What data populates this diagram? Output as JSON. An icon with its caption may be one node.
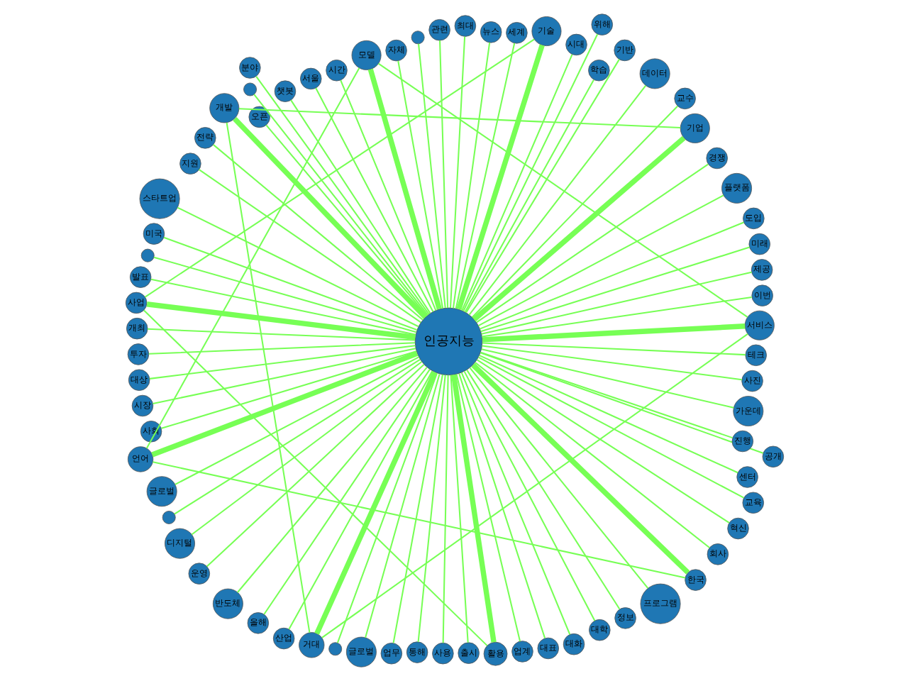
{
  "diagram": {
    "nodes": [
      {
        "text": [
          "인공지능"
        ]
      },
      {
        "text": [
          "서비스"
        ]
      },
      {
        "text": [
          "기업"
        ]
      },
      {
        "text": [
          "기술"
        ]
      },
      {
        "text": [
          "모델"
        ]
      },
      {
        "text": [
          "개발"
        ]
      },
      {
        "text": [
          "사업"
        ]
      },
      {
        "text": [
          "언어"
        ]
      },
      {
        "text": [
          "거대"
        ]
      },
      {
        "text": [
          "활용"
        ]
      },
      {
        "text": [
          "한국"
        ]
      },
      {
        "text": [
          "이번"
        ]
      },
      {
        "text": [
          "제공"
        ]
      },
      {
        "text": [
          "미래"
        ]
      },
      {
        "text": [
          "도입"
        ]
      },
      {
        "text": [
          "플랫폼"
        ]
      },
      {
        "text": [
          "경쟁"
        ]
      },
      {
        "text": [
          "교수"
        ]
      },
      {
        "text": [
          "데이터"
        ]
      },
      {
        "text": [
          "위해"
        ]
      },
      {
        "text": [
          "기반"
        ]
      },
      {
        "text": [
          "학습"
        ]
      },
      {
        "text": [
          "시대"
        ]
      },
      {
        "text": [
          "세계"
        ]
      },
      {
        "text": [
          "뉴스"
        ]
      },
      {
        "text": [
          "최대"
        ]
      },
      {
        "text": [
          "관련"
        ]
      },
      {
        "text": [],
        "shape": "circle"
      },
      {
        "text": [
          "자체"
        ]
      },
      {
        "text": [
          "시간"
        ]
      },
      {
        "text": [
          "서울"
        ]
      },
      {
        "text": [
          "챗봇"
        ]
      },
      {
        "text": [
          "오픈"
        ]
      },
      {
        "text": [],
        "shape": "circle"
      },
      {
        "text": [
          "분야"
        ]
      },
      {
        "text": [
          "전략"
        ]
      },
      {
        "text": [
          "지원"
        ]
      },
      {
        "text": [
          "스타트업"
        ]
      },
      {
        "text": [
          "미국"
        ]
      },
      {
        "text": [],
        "shape": "circle"
      },
      {
        "text": [
          "발표"
        ]
      },
      {
        "text": [
          "개최"
        ]
      },
      {
        "text": [
          "투자"
        ]
      },
      {
        "text": [
          "대상"
        ]
      },
      {
        "text": [
          "시장"
        ]
      },
      {
        "text": [
          "사회"
        ]
      },
      {
        "text": [
          "글로벌"
        ]
      },
      {
        "text": [],
        "shape": "circle"
      },
      {
        "text": [
          "디지털"
        ]
      },
      {
        "text": [
          "운영"
        ]
      },
      {
        "text": [
          "반도체"
        ]
      },
      {
        "text": [
          "올해"
        ]
      },
      {
        "text": [
          "산업"
        ]
      },
      {
        "text": [],
        "shape": "circle"
      },
      {
        "text": [
          "글로벌"
        ]
      },
      {
        "text": [
          "업무"
        ]
      },
      {
        "text": [
          "통해"
        ]
      },
      {
        "text": [
          "사용"
        ]
      },
      {
        "text": [
          "출시"
        ]
      },
      {
        "text": [
          "업계"
        ]
      },
      {
        "text": [
          "대표"
        ]
      },
      {
        "text": [
          "대화"
        ]
      },
      {
        "text": [
          "대학"
        ]
      },
      {
        "text": [
          "정보"
        ]
      },
      {
        "text": [
          "프로그램"
        ]
      },
      {
        "text": [
          "회사"
        ]
      },
      {
        "text": [
          "혁신"
        ]
      },
      {
        "text": [
          "교육"
        ]
      },
      {
        "text": [
          "공개"
        ]
      },
      {
        "text": [
          "센터"
        ]
      },
      {
        "text": [
          "진행"
        ]
      },
      {
        "text": [
          "가운데"
        ]
      },
      {
        "text": [
          "사진"
        ]
      },
      {
        "text": [
          "테크"
        ]
      }
    ],
    "edges": [
      {
        "from": 0,
        "to": 1,
        "arrow": "none",
        "style": "thick"
      },
      {
        "from": 0,
        "to": 2,
        "arrow": "none",
        "style": "thick"
      },
      {
        "from": 0,
        "to": 3,
        "arrow": "none",
        "style": "thick"
      },
      {
        "from": 0,
        "to": 4,
        "arrow": "none",
        "style": "thick"
      },
      {
        "from": 0,
        "to": 5,
        "arrow": "none",
        "style": "thick"
      },
      {
        "from": 0,
        "to": 6,
        "arrow": "none",
        "style": "thick"
      },
      {
        "from": 0,
        "to": 7,
        "arrow": "none",
        "style": "thick"
      },
      {
        "from": 0,
        "to": 8,
        "arrow": "none",
        "style": "thick"
      },
      {
        "from": 0,
        "to": 9,
        "arrow": "none",
        "style": "thick"
      },
      {
        "from": 0,
        "to": 10,
        "arrow": "none",
        "style": "thick"
      },
      {
        "from": 0,
        "to": 11,
        "arrow": "none"
      },
      {
        "from": 0,
        "to": 12,
        "arrow": "none"
      },
      {
        "from": 0,
        "to": 13,
        "arrow": "none"
      },
      {
        "from": 0,
        "to": 14,
        "arrow": "none"
      },
      {
        "from": 0,
        "to": 15,
        "arrow": "none"
      },
      {
        "from": 0,
        "to": 16,
        "arrow": "none"
      },
      {
        "from": 0,
        "to": 17,
        "arrow": "none"
      },
      {
        "from": 0,
        "to": 18,
        "arrow": "none"
      },
      {
        "from": 0,
        "to": 19,
        "arrow": "none"
      },
      {
        "from": 0,
        "to": 20,
        "arrow": "none"
      },
      {
        "from": 0,
        "to": 21,
        "arrow": "none"
      },
      {
        "from": 0,
        "to": 22,
        "arrow": "none"
      },
      {
        "from": 0,
        "to": 23,
        "arrow": "none"
      },
      {
        "from": 0,
        "to": 24,
        "arrow": "none"
      },
      {
        "from": 0,
        "to": 25,
        "arrow": "none"
      },
      {
        "from": 0,
        "to": 26,
        "arrow": "none"
      },
      {
        "from": 0,
        "to": 27,
        "arrow": "none"
      },
      {
        "from": 0,
        "to": 28,
        "arrow": "none"
      },
      {
        "from": 0,
        "to": 29,
        "arrow": "none"
      },
      {
        "from": 0,
        "to": 30,
        "arrow": "none"
      },
      {
        "from": 0,
        "to": 31,
        "arrow": "none"
      },
      {
        "from": 0,
        "to": 32,
        "arrow": "none"
      },
      {
        "from": 0,
        "to": 33,
        "arrow": "none"
      },
      {
        "from": 0,
        "to": 34,
        "arrow": "none"
      },
      {
        "from": 0,
        "to": 35,
        "arrow": "none"
      },
      {
        "from": 0,
        "to": 36,
        "arrow": "none"
      },
      {
        "from": 0,
        "to": 37,
        "arrow": "none"
      },
      {
        "from": 0,
        "to": 38,
        "arrow": "none"
      },
      {
        "from": 0,
        "to": 39,
        "arrow": "none"
      },
      {
        "from": 0,
        "to": 40,
        "arrow": "none"
      },
      {
        "from": 0,
        "to": 41,
        "arrow": "none"
      },
      {
        "from": 0,
        "to": 42,
        "arrow": "none"
      },
      {
        "from": 0,
        "to": 43,
        "arrow": "none"
      },
      {
        "from": 0,
        "to": 44,
        "arrow": "none"
      },
      {
        "from": 0,
        "to": 45,
        "arrow": "none"
      },
      {
        "from": 0,
        "to": 46,
        "arrow": "none"
      },
      {
        "from": 0,
        "to": 47,
        "arrow": "none"
      },
      {
        "from": 0,
        "to": 48,
        "arrow": "none"
      },
      {
        "from": 0,
        "to": 49,
        "arrow": "none"
      },
      {
        "from": 0,
        "to": 50,
        "arrow": "none"
      },
      {
        "from": 0,
        "to": 51,
        "arrow": "none"
      },
      {
        "from": 0,
        "to": 52,
        "arrow": "none"
      },
      {
        "from": 0,
        "to": 53,
        "arrow": "none"
      },
      {
        "from": 0,
        "to": 54,
        "arrow": "none"
      },
      {
        "from": 0,
        "to": 55,
        "arrow": "none"
      },
      {
        "from": 0,
        "to": 56,
        "arrow": "none"
      },
      {
        "from": 0,
        "to": 57,
        "arrow": "none"
      },
      {
        "from": 0,
        "to": 58,
        "arrow": "none"
      },
      {
        "from": 0,
        "to": 59,
        "arrow": "none"
      },
      {
        "from": 0,
        "to": 60,
        "arrow": "none"
      },
      {
        "from": 0,
        "to": 61,
        "arrow": "none"
      },
      {
        "from": 0,
        "to": 62,
        "arrow": "none"
      },
      {
        "from": 0,
        "to": 63,
        "arrow": "none"
      },
      {
        "from": 0,
        "to": 64,
        "arrow": "none"
      },
      {
        "from": 0,
        "to": 65,
        "arrow": "none"
      },
      {
        "from": 0,
        "to": 66,
        "arrow": "none"
      },
      {
        "from": 0,
        "to": 67,
        "arrow": "none"
      },
      {
        "from": 0,
        "to": 68,
        "arrow": "none"
      },
      {
        "from": 0,
        "to": 69,
        "arrow": "none"
      },
      {
        "from": 0,
        "to": 70,
        "arrow": "none"
      },
      {
        "from": 0,
        "to": 71,
        "arrow": "none"
      },
      {
        "from": 0,
        "to": 72,
        "arrow": "none"
      },
      {
        "from": 0,
        "to": 73,
        "arrow": "none"
      },
      {
        "from": 1,
        "to": 4,
        "arrow": "none"
      },
      {
        "from": 2,
        "to": 5,
        "arrow": "none"
      },
      {
        "from": 3,
        "to": 6,
        "arrow": "none"
      },
      {
        "from": 4,
        "to": 7,
        "arrow": "none"
      },
      {
        "from": 5,
        "to": 8,
        "arrow": "none"
      },
      {
        "from": 6,
        "to": 9,
        "arrow": "none"
      },
      {
        "from": 7,
        "to": 10,
        "arrow": "none"
      },
      {
        "from": 8,
        "to": 1,
        "arrow": "none"
      }
    ]
  }
}
